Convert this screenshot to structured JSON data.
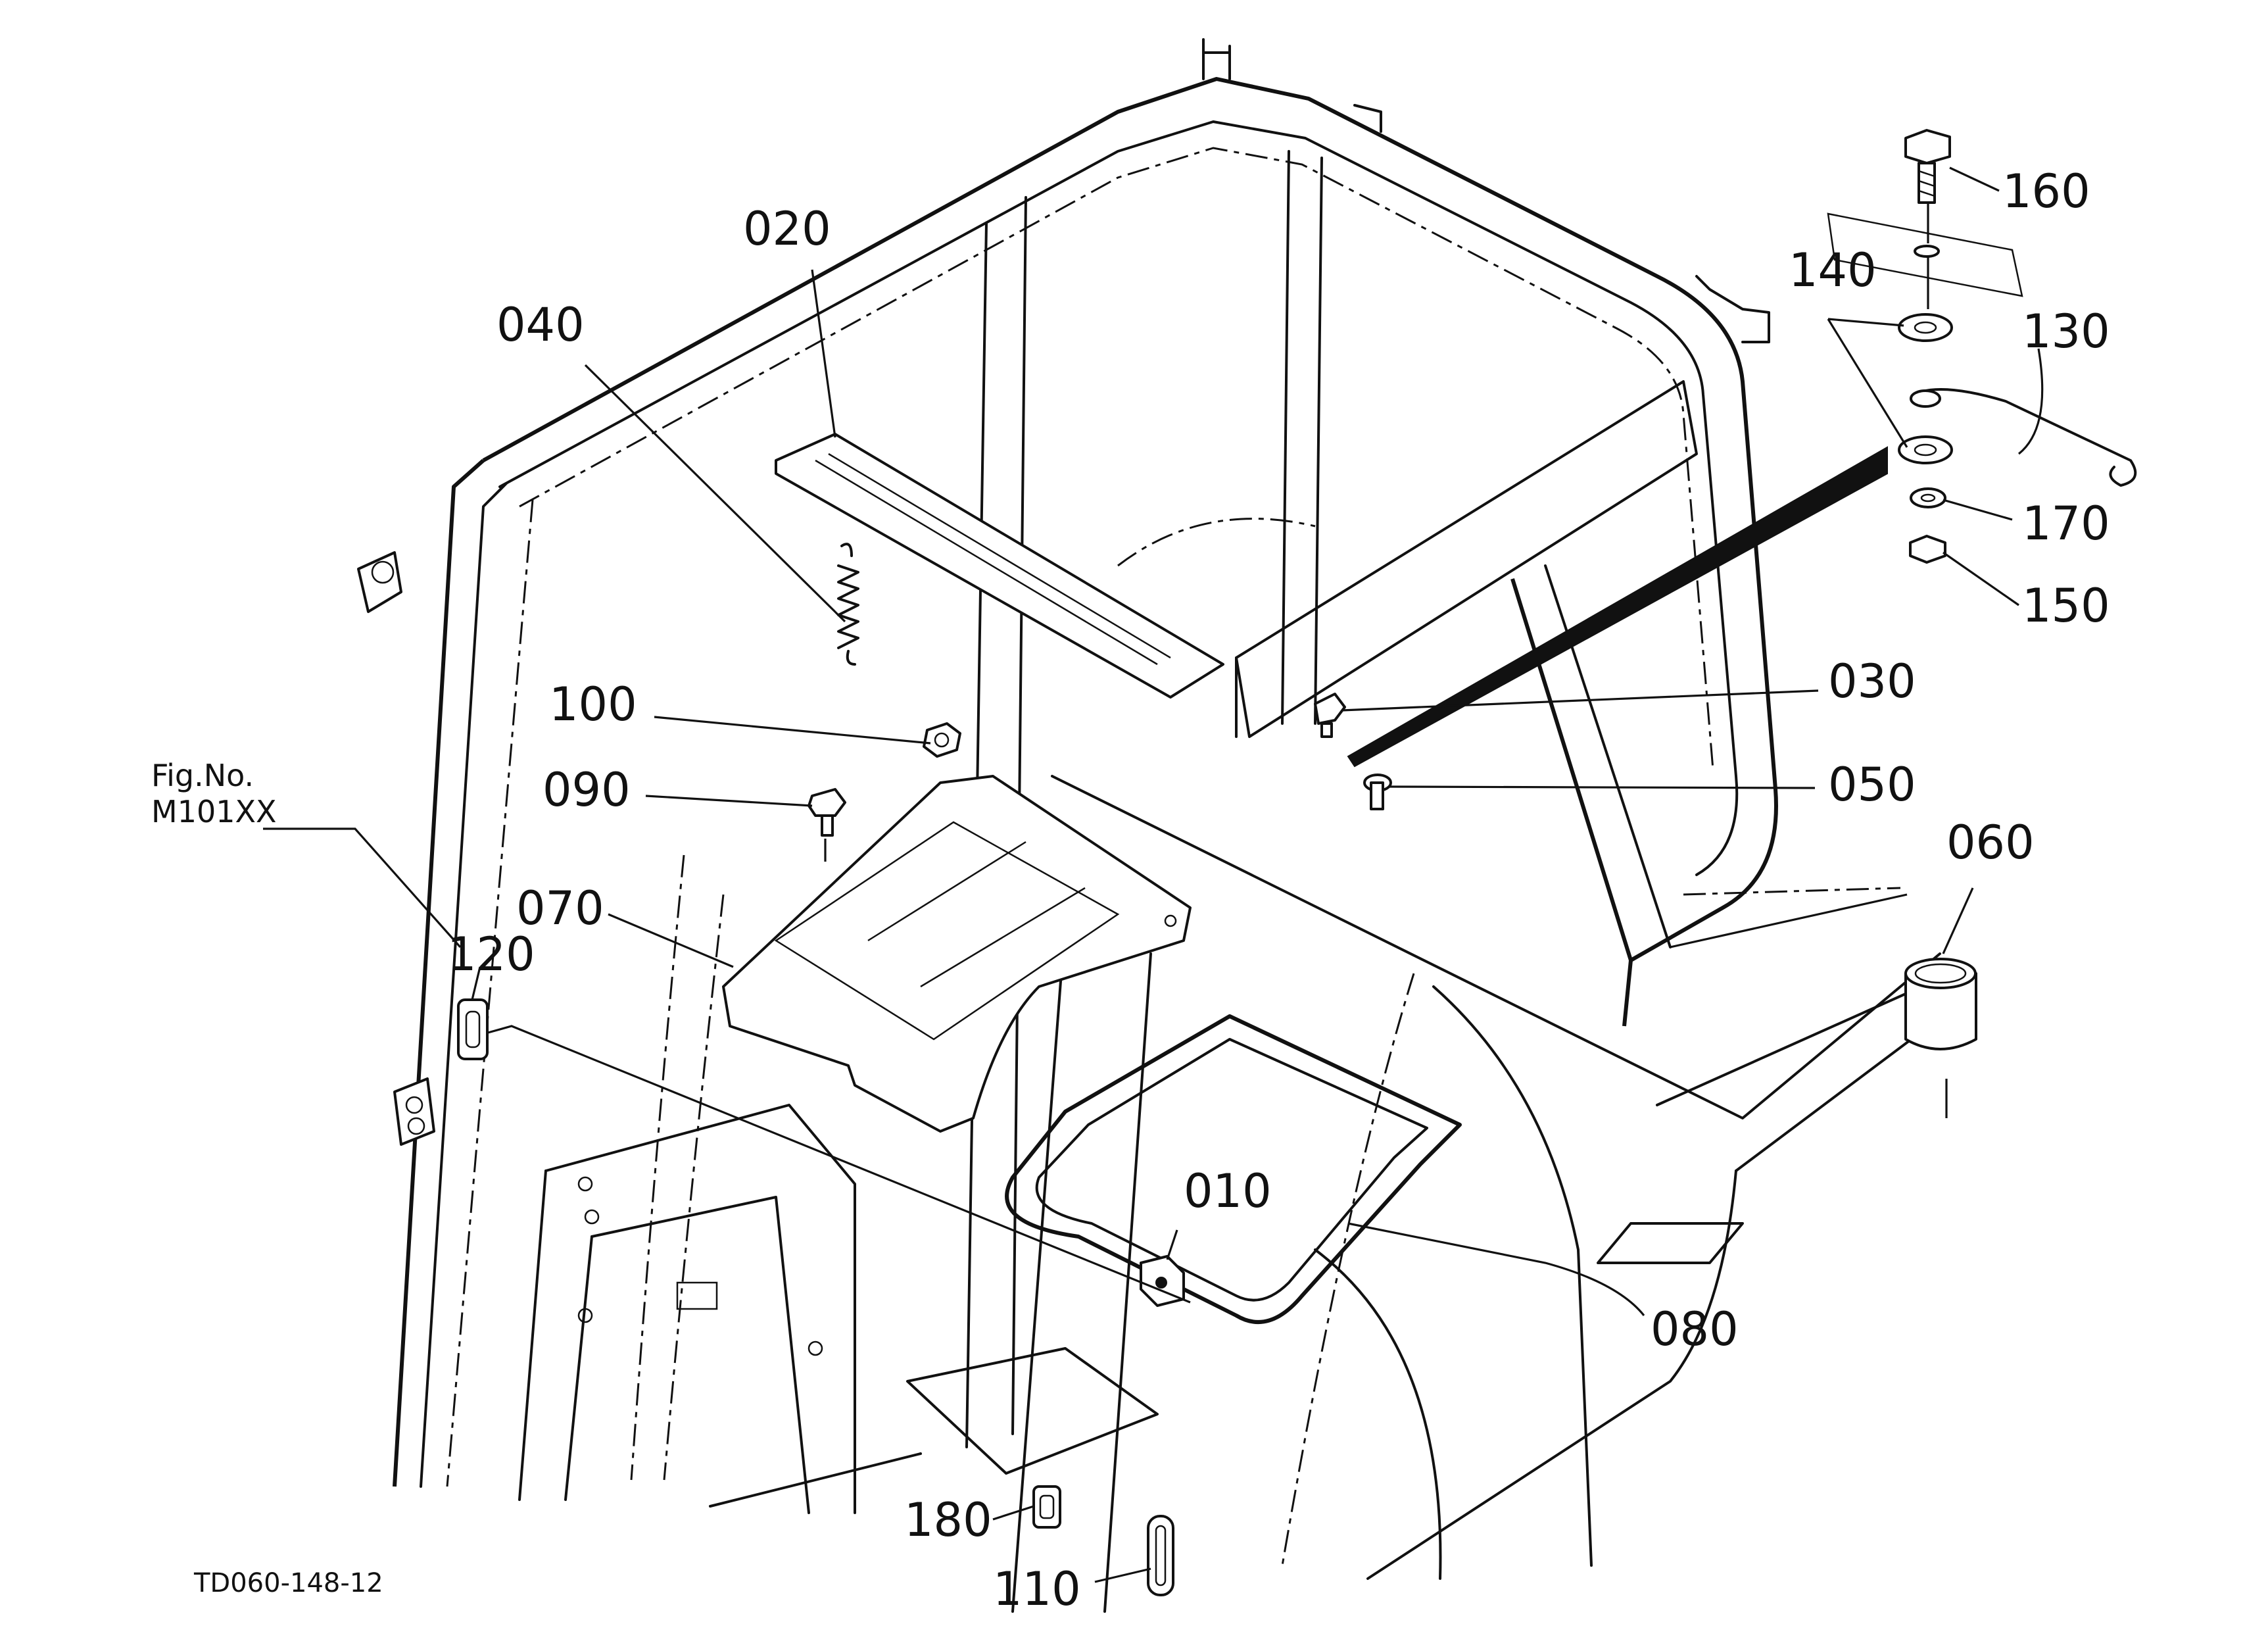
{
  "figure": {
    "ref_line1": "Fig.No.",
    "ref_line2": "M101XX",
    "drawing_code": "TD060-148-12"
  },
  "callouts": {
    "c010": "010",
    "c020": "020",
    "c030": "030",
    "c040": "040",
    "c050": "050",
    "c060": "060",
    "c070": "070",
    "c080": "080",
    "c090": "090",
    "c100": "100",
    "c110": "110",
    "c120": "120",
    "c130": "130",
    "c140": "140",
    "c150": "150",
    "c160": "160",
    "c170": "170",
    "c180": "180"
  }
}
